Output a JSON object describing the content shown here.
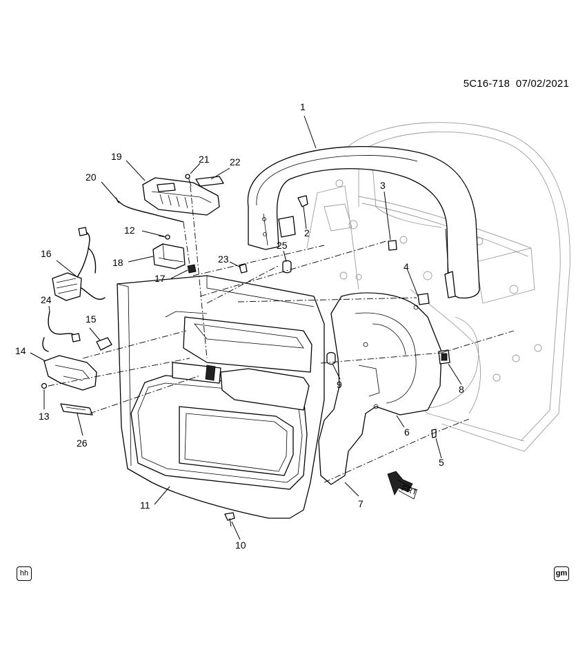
{
  "header": {
    "code": "5C16-718",
    "date": "07/02/2021"
  },
  "badges": {
    "left": "hh",
    "right": "gm"
  },
  "direction_arrow": {
    "label": "FRT"
  },
  "callouts": [
    "1",
    "2",
    "3",
    "4",
    "5",
    "6",
    "7",
    "8",
    "9",
    "10",
    "11",
    "12",
    "13",
    "14",
    "15",
    "16",
    "17",
    "18",
    "19",
    "20",
    "21",
    "22",
    "23",
    "24",
    "25",
    "26"
  ]
}
